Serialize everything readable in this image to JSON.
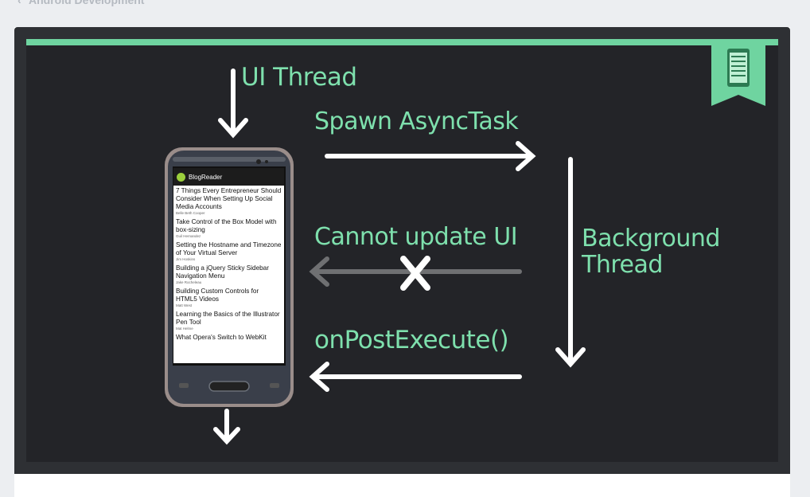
{
  "breadcrumb": {
    "label": "Android Development"
  },
  "slide": {
    "labels": {
      "ui_thread": "UI Thread",
      "spawn": "Spawn AsyncTask",
      "cannot_update": "Cannot update UI",
      "background_line1": "Background",
      "background_line2": "Thread",
      "post_execute": "onPostExecute()"
    },
    "phone": {
      "app_title": "BlogReader",
      "posts": [
        {
          "title": "7 Things Every Entrepreneur Should Consider When Setting Up Social Media Accounts",
          "author": "Belle Beth Cooper"
        },
        {
          "title": "Take Control of the Box Model with box-sizing",
          "author": "Guil Hernandez"
        },
        {
          "title": "Setting the Hostname and Timezone of Your Virtual Server",
          "author": "Jim Hoskins"
        },
        {
          "title": "Building a jQuery Sticky Sidebar Navigation Menu",
          "author": "Jake Rocheleau"
        },
        {
          "title": "Building Custom Controls for HTML5 Videos",
          "author": "Matt West"
        },
        {
          "title": "Learning the Basics of the Illustrator Pen Tool",
          "author": "Mat Helme"
        },
        {
          "title": "What Opera's Switch to WebKit",
          "author": ""
        }
      ]
    },
    "colors": {
      "accent": "#7ee0ad",
      "topbar": "#6fd4a0",
      "background": "#232428",
      "arrow": "#ffffff",
      "blocked_arrow": "#6f7072"
    }
  }
}
